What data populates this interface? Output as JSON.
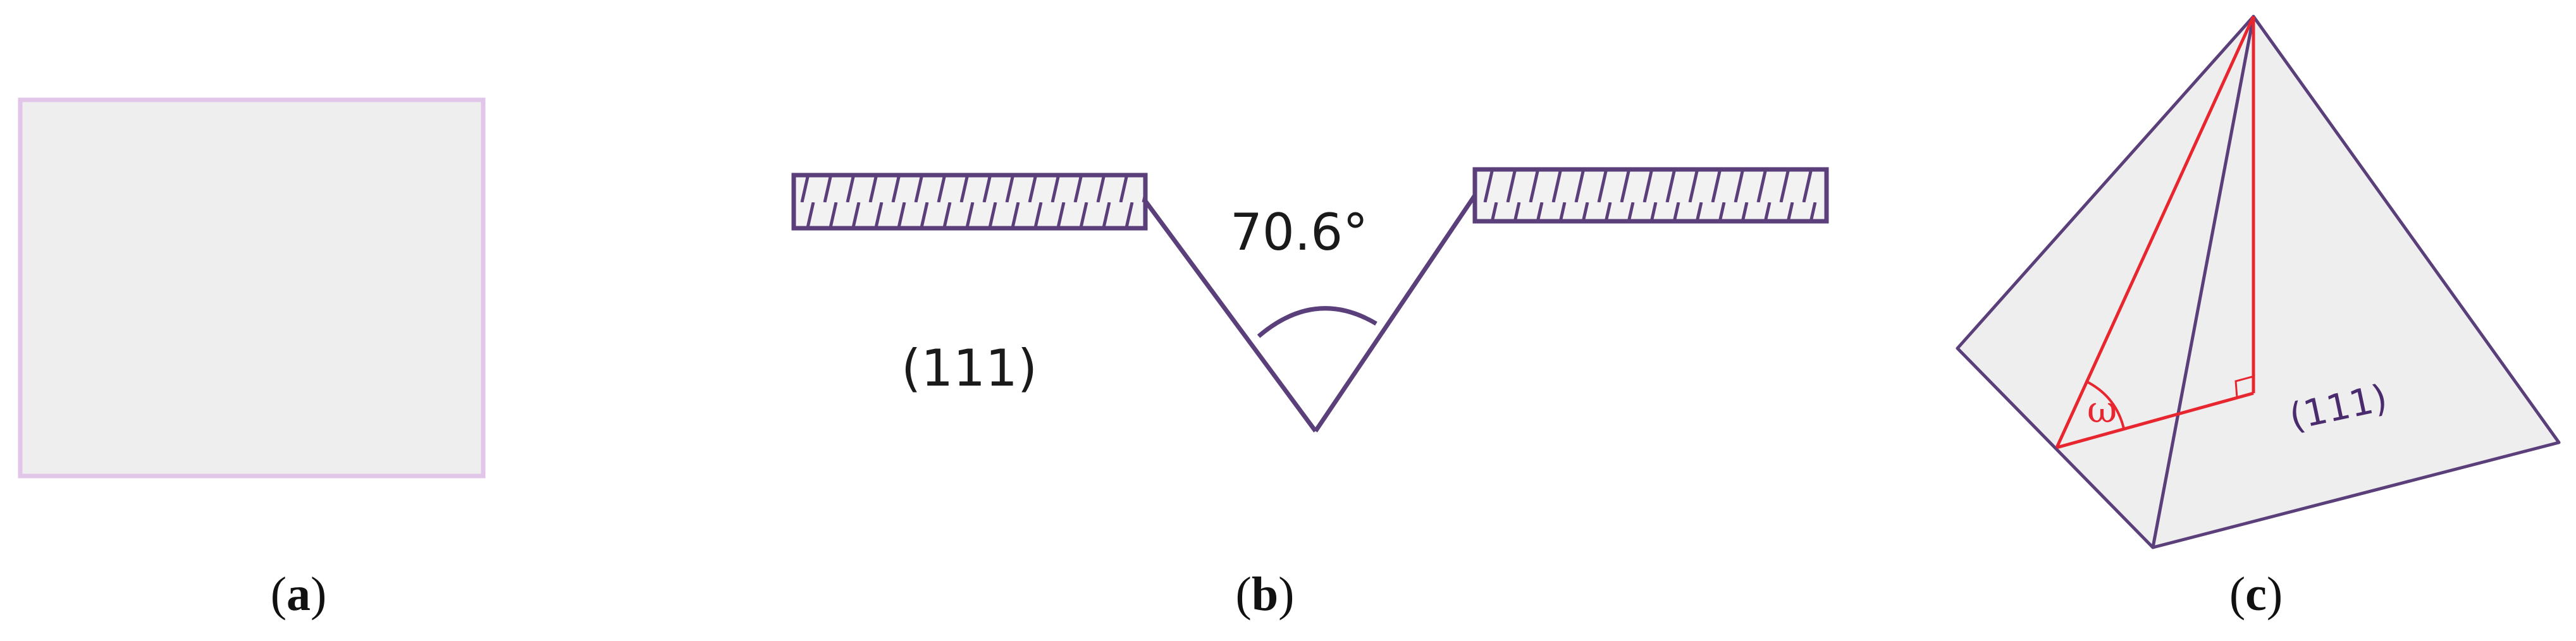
{
  "panels": {
    "a": {
      "caption_open": "(",
      "caption_letter": "a",
      "caption_close": ")"
    },
    "b": {
      "caption_open": "(",
      "caption_letter": "b",
      "caption_close": ")",
      "angle_label": "70.6°",
      "plane_label": "(111)"
    },
    "c": {
      "caption_open": "(",
      "caption_letter": "c",
      "caption_close": ")",
      "face_label": "(111)",
      "angle_symbol": "ω"
    }
  },
  "colors": {
    "outline": "#5a3f7a",
    "rect_border": "#e2c6ea",
    "fill": "#eeeeee",
    "highlight": "#e8262f"
  }
}
